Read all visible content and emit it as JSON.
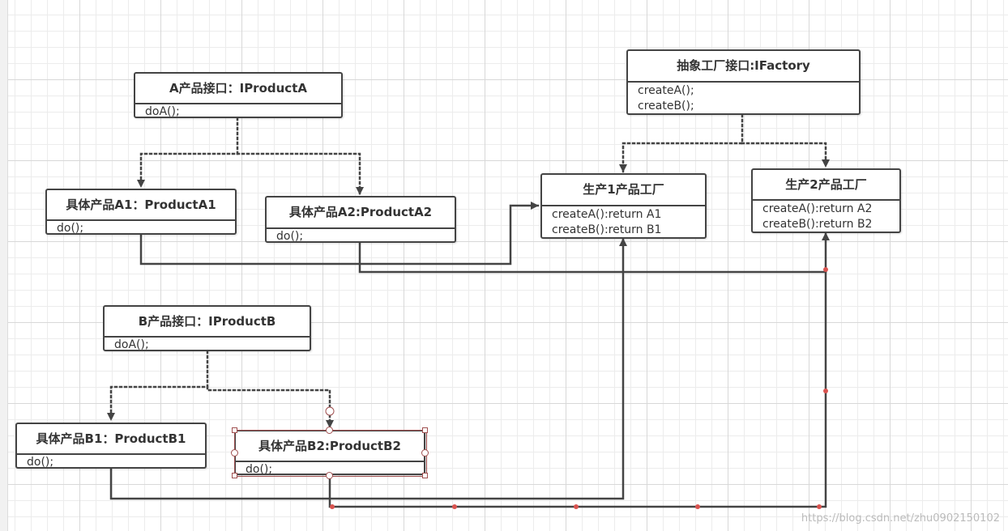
{
  "classes": {
    "iproduct_a": {
      "title": "A产品接口：IProductA",
      "methods": [
        "doA();"
      ]
    },
    "product_a1": {
      "title": "具体产品A1：ProductA1",
      "methods": [
        "do();"
      ]
    },
    "product_a2": {
      "title": "具体产品A2:ProductA2",
      "methods": [
        "do();"
      ]
    },
    "ifactory": {
      "title": "抽象工厂接口:IFactory",
      "methods": [
        "createA();",
        "createB();"
      ]
    },
    "factory1": {
      "title": "生产1产品工厂",
      "methods": [
        "createA():return A1",
        "createB():return B1"
      ]
    },
    "factory2": {
      "title": "生产2产品工厂",
      "methods": [
        "createA():return A2",
        "createB():return B2"
      ]
    },
    "iproduct_b": {
      "title": "B产品接口：IProductB",
      "methods": [
        "doA();"
      ]
    },
    "product_b1": {
      "title": "具体产品B1：ProductB1",
      "methods": [
        "do();"
      ]
    },
    "product_b2": {
      "title": "具体产品B2:ProductB2",
      "methods": [
        "do();"
      ]
    }
  },
  "colors": {
    "line": "#444444",
    "grid": "#d8d8d8",
    "selection": "#a05050",
    "waypoint": "#d9534f"
  },
  "watermark": "https://blog.csdn.net/zhu0902150102"
}
